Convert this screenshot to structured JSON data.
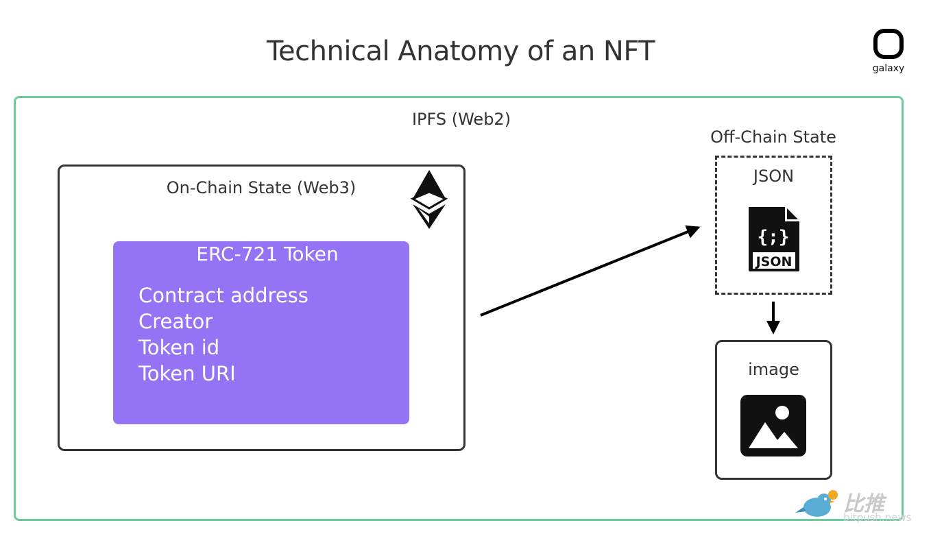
{
  "title": "Technical Anatomy of an NFT",
  "logo": {
    "text": "galaxy"
  },
  "ipfs": {
    "label": "IPFS (Web2)"
  },
  "on_chain": {
    "label": "On-Chain State (Web3)",
    "icon": "ethereum-icon",
    "token": {
      "title": "ERC-721 Token",
      "fields": [
        "Contract address",
        "Creator",
        "Token id",
        "Token URI"
      ]
    }
  },
  "off_chain": {
    "label": "Off-Chain State",
    "json_label": "JSON",
    "json_icon_text": "{;}",
    "json_icon_badge": "JSON",
    "image_label": "image"
  },
  "watermark": {
    "cn": "比推",
    "url": "bitpush.news"
  },
  "colors": {
    "ipfs_border": "#6dcc9a",
    "token_fill": "#9474f5",
    "text": "#333333"
  }
}
